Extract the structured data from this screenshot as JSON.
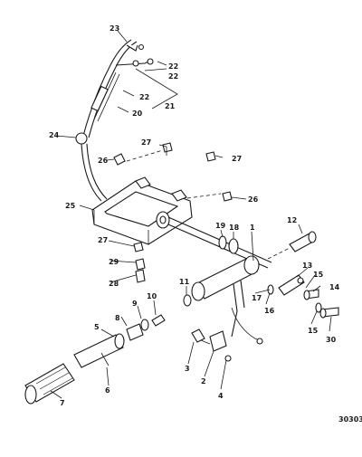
{
  "diagram": {
    "figure_number": "30303",
    "callouts": [
      "1",
      "2",
      "3",
      "4",
      "5",
      "6",
      "7",
      "8",
      "9",
      "10",
      "11",
      "12",
      "13",
      "14",
      "15",
      "15",
      "16",
      "17",
      "18",
      "19",
      "20",
      "21",
      "22",
      "22",
      "22",
      "23",
      "24",
      "25",
      "26",
      "26",
      "27",
      "27",
      "27",
      "28",
      "29",
      "30"
    ]
  }
}
